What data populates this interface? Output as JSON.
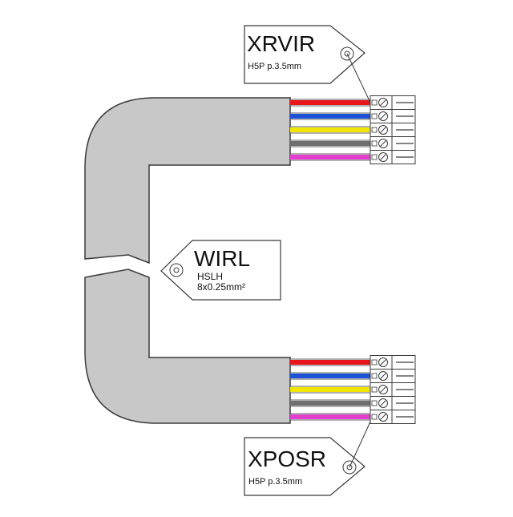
{
  "colors": {
    "cable": "#c8c8c8",
    "outline": "#3a3a3a",
    "wires": [
      "#e8161b",
      "#1c52d6",
      "#f2e600",
      "#6e6e6e",
      "#e23fcf"
    ]
  },
  "connector_top": {
    "name": "XRVIR",
    "spec": "H5P p.3.5mm",
    "pins": 5
  },
  "connector_bottom": {
    "name": "XPOSR",
    "spec": "H5P p.3.5mm",
    "pins": 5
  },
  "cable": {
    "name": "WIRL",
    "type": "HSLH",
    "size": "8x0.25mm²"
  }
}
